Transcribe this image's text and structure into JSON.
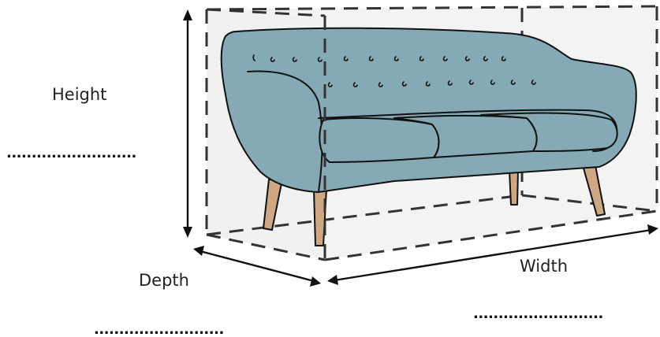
{
  "labels": {
    "height": "Height",
    "depth": "Depth",
    "width": "Width"
  },
  "answer_blanks": {
    "height": "..........................",
    "depth": "..........................",
    "width": ".........................."
  },
  "colors": {
    "sofa_fabric": "#85aab5",
    "sofa_outline": "#111111",
    "legs": "#cda882",
    "bounding_box_fill": "#f1f1f1",
    "dashes": "#333333",
    "arrows": "#111111"
  },
  "icons": {
    "subject": "sofa-icon"
  }
}
